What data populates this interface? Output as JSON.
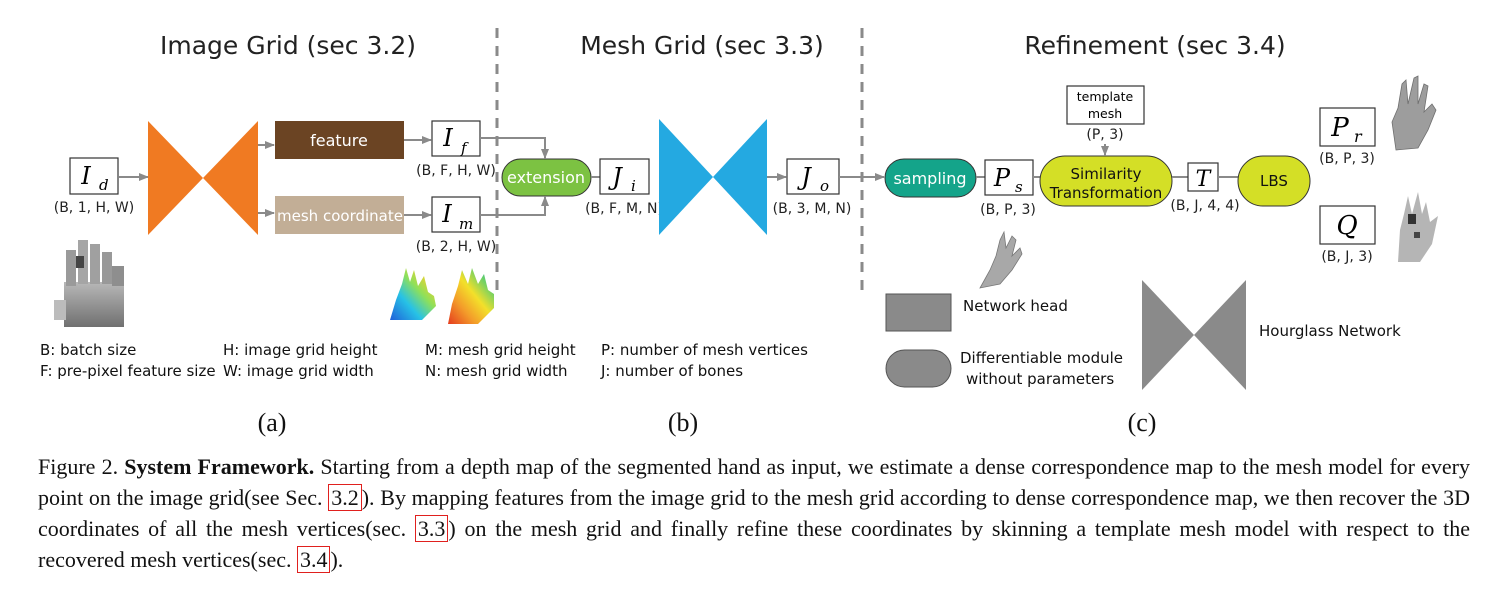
{
  "sections": {
    "a_title": "Image Grid (sec 3.2)",
    "b_title": "Mesh Grid (sec 3.3)",
    "c_title": "Refinement (sec 3.4)"
  },
  "panels": {
    "a": "(a)",
    "b": "(b)",
    "c": "(c)"
  },
  "nodes": {
    "feature": "feature",
    "mesh_coordinate": "mesh coordinate",
    "extension": "extension",
    "sampling": "sampling",
    "similarity_line1": "Similarity",
    "similarity_line2": "Transformation",
    "lbs": "LBS",
    "template_line1": "template",
    "template_line2": "mesh",
    "template_dims": "(P, 3)"
  },
  "symbols": {
    "I_d": "I",
    "I_d_sub": "d",
    "I_d_dims": "(B, 1, H, W)",
    "I_f": "I",
    "I_f_sub": "f",
    "I_f_dims": "(B, F, H, W)",
    "I_m": "I",
    "I_m_sub": "m",
    "I_m_dims": "(B, 2, H, W)",
    "J_i": "J",
    "J_i_sub": "i",
    "J_i_dims": "(B, F, M, N)",
    "J_o": "J",
    "J_o_sub": "o",
    "J_o_dims": "(B, 3, M, N)",
    "P_s": "P",
    "P_s_sub": "s",
    "P_s_dims": "(B, P, 3)",
    "T": "T",
    "T_dims": "(B, J, 4, 4)",
    "P_r": "P",
    "P_r_sub": "r",
    "P_r_dims": "(B, P, 3)",
    "Q": "Q",
    "Q_dims": "(B, J, 3)"
  },
  "legend": {
    "b": "B: batch size",
    "f": "F: pre-pixel feature size",
    "h": "H: image grid height",
    "w": "W: image grid width",
    "m": "M: mesh grid height",
    "n": "N: mesh grid width",
    "p": "P: number of mesh vertices",
    "j": "J: number of bones",
    "network_head": "Network head",
    "diff_line1": "Differentiable module",
    "diff_line2": "without parameters",
    "hourglass": "Hourglass Network"
  },
  "caption": {
    "prefix": "Figure 2. ",
    "bold": "System Framework.",
    "text1": " Starting from a depth map of the segmented hand as input, we estimate a dense correspondence map to the mesh model for every point on the image grid(see Sec. ",
    "ref1": "3.2",
    "text2": "). By mapping features from the image grid to the mesh grid according to dense correspondence map, we then recover the 3D coordinates of all the mesh vertices(sec. ",
    "ref2": "3.3",
    "text3": ") on the mesh grid and finally refine these coordinates by skinning a template mesh model with respect to the recovered mesh vertices(sec. ",
    "ref3": "3.4",
    "text4": ")."
  },
  "colors": {
    "orange": "#f07a22",
    "blue": "#24a9e1",
    "feature_brown": "#6b4423",
    "mesh_tan": "#c2ae96",
    "extension_green": "#7cc242",
    "sampling_teal": "#14a48a",
    "yellow_green": "#d4df26",
    "gray": "#8a8a8a",
    "ref_red": "#e0201e"
  }
}
